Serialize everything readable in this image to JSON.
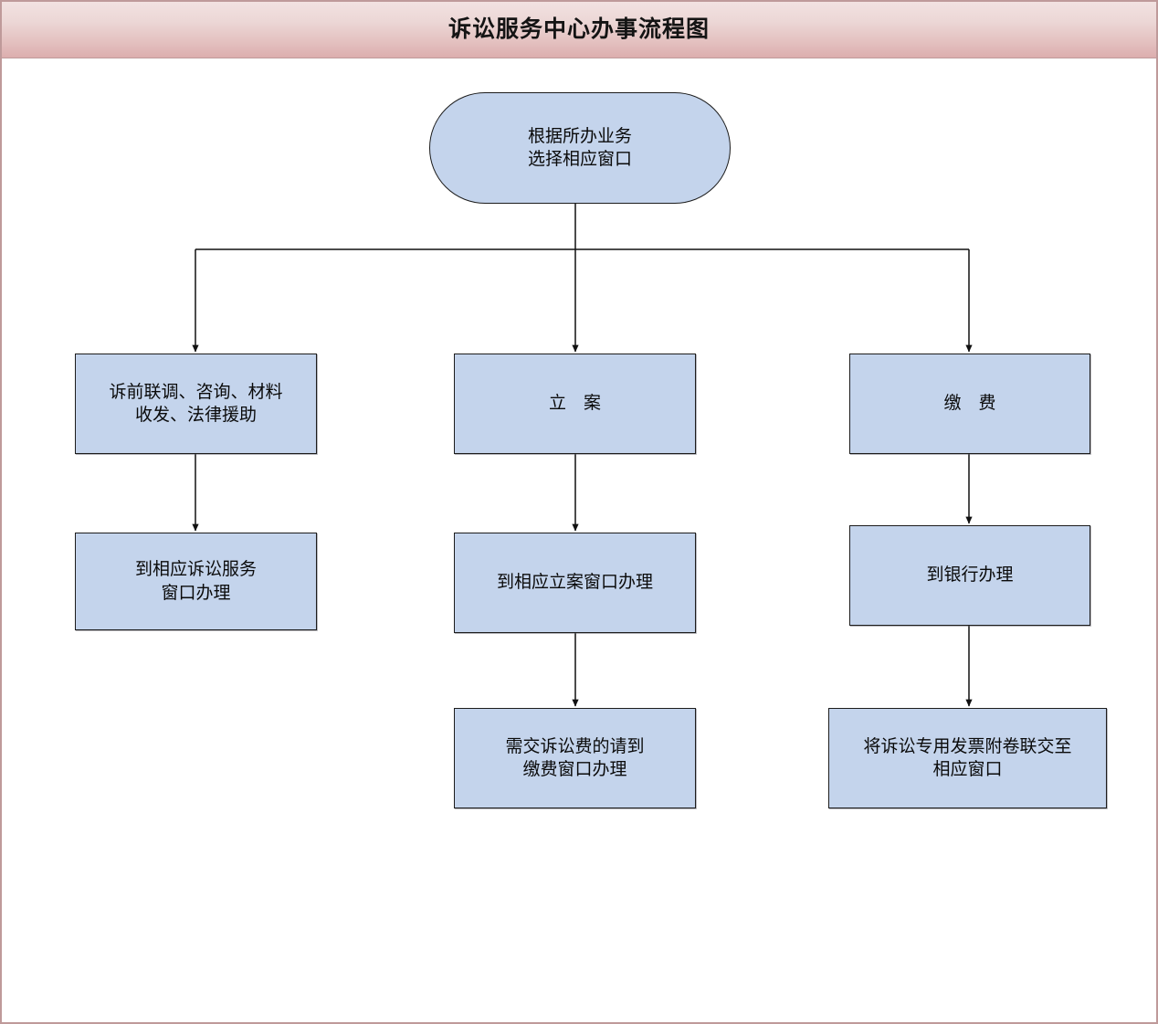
{
  "header": {
    "title": "诉讼服务中心办事流程图",
    "background_gradient_top": "#f2e2e1",
    "background_gradient_bottom": "#dcaeae",
    "border_color": "#bf9a9a"
  },
  "theme": {
    "node_fill": "#c4d4ec",
    "node_border": "#1c1c1c",
    "connector_color": "#111111",
    "page_border": "#bf9a9a",
    "page_background": "#ffffff",
    "text_color": "#0a0a0a"
  },
  "chart_data": {
    "type": "diagram",
    "diagram_kind": "flowchart",
    "title": "诉讼服务中心办事流程图",
    "orientation": "top-down",
    "nodes": [
      {
        "id": "start",
        "shape": "terminator",
        "label": "根据所办业务\n选择相应窗口",
        "column": "center",
        "row": 0
      },
      {
        "id": "pretrial",
        "shape": "rectangle",
        "label": "诉前联调、咨询、材料\n收发、法律援助",
        "column": "left",
        "row": 1
      },
      {
        "id": "filing",
        "shape": "rectangle",
        "label": "立　案",
        "column": "center",
        "row": 1
      },
      {
        "id": "payment",
        "shape": "rectangle",
        "label": "缴　费",
        "column": "right",
        "row": 1
      },
      {
        "id": "pretrial-window",
        "shape": "rectangle",
        "label": "到相应诉讼服务\n窗口办理",
        "column": "left",
        "row": 2
      },
      {
        "id": "filing-window",
        "shape": "rectangle",
        "label": "到相应立案窗口办理",
        "column": "center",
        "row": 2
      },
      {
        "id": "bank",
        "shape": "rectangle",
        "label": "到银行办理",
        "column": "right",
        "row": 2
      },
      {
        "id": "fee-window",
        "shape": "rectangle",
        "label": "需交诉讼费的请到\n缴费窗口办理",
        "column": "center",
        "row": 3
      },
      {
        "id": "invoice",
        "shape": "rectangle",
        "label": "将诉讼专用发票附卷联交至\n相应窗口",
        "column": "right",
        "row": 3
      }
    ],
    "edges": [
      {
        "from": "start",
        "to": "pretrial",
        "style": "elbow",
        "arrow": true
      },
      {
        "from": "start",
        "to": "filing",
        "style": "straight",
        "arrow": true
      },
      {
        "from": "start",
        "to": "payment",
        "style": "elbow",
        "arrow": true
      },
      {
        "from": "pretrial",
        "to": "pretrial-window",
        "style": "straight",
        "arrow": true
      },
      {
        "from": "filing",
        "to": "filing-window",
        "style": "straight",
        "arrow": true
      },
      {
        "from": "payment",
        "to": "bank",
        "style": "straight",
        "arrow": true
      },
      {
        "from": "filing-window",
        "to": "fee-window",
        "style": "straight",
        "arrow": true
      },
      {
        "from": "bank",
        "to": "invoice",
        "style": "straight",
        "arrow": true
      }
    ]
  },
  "nodes": {
    "start": {
      "label": "根据所办业务\n选择相应窗口"
    },
    "pretrial": {
      "label": "诉前联调、咨询、材料\n收发、法律援助"
    },
    "filing": {
      "label": "立　案"
    },
    "payment": {
      "label": "缴　费"
    },
    "pretrial_window": {
      "label": "到相应诉讼服务\n窗口办理"
    },
    "filing_window": {
      "label": "到相应立案窗口办理"
    },
    "bank": {
      "label": "到银行办理"
    },
    "fee_window": {
      "label": "需交诉讼费的请到\n缴费窗口办理"
    },
    "invoice": {
      "label": "将诉讼专用发票附卷联交至\n相应窗口"
    }
  }
}
